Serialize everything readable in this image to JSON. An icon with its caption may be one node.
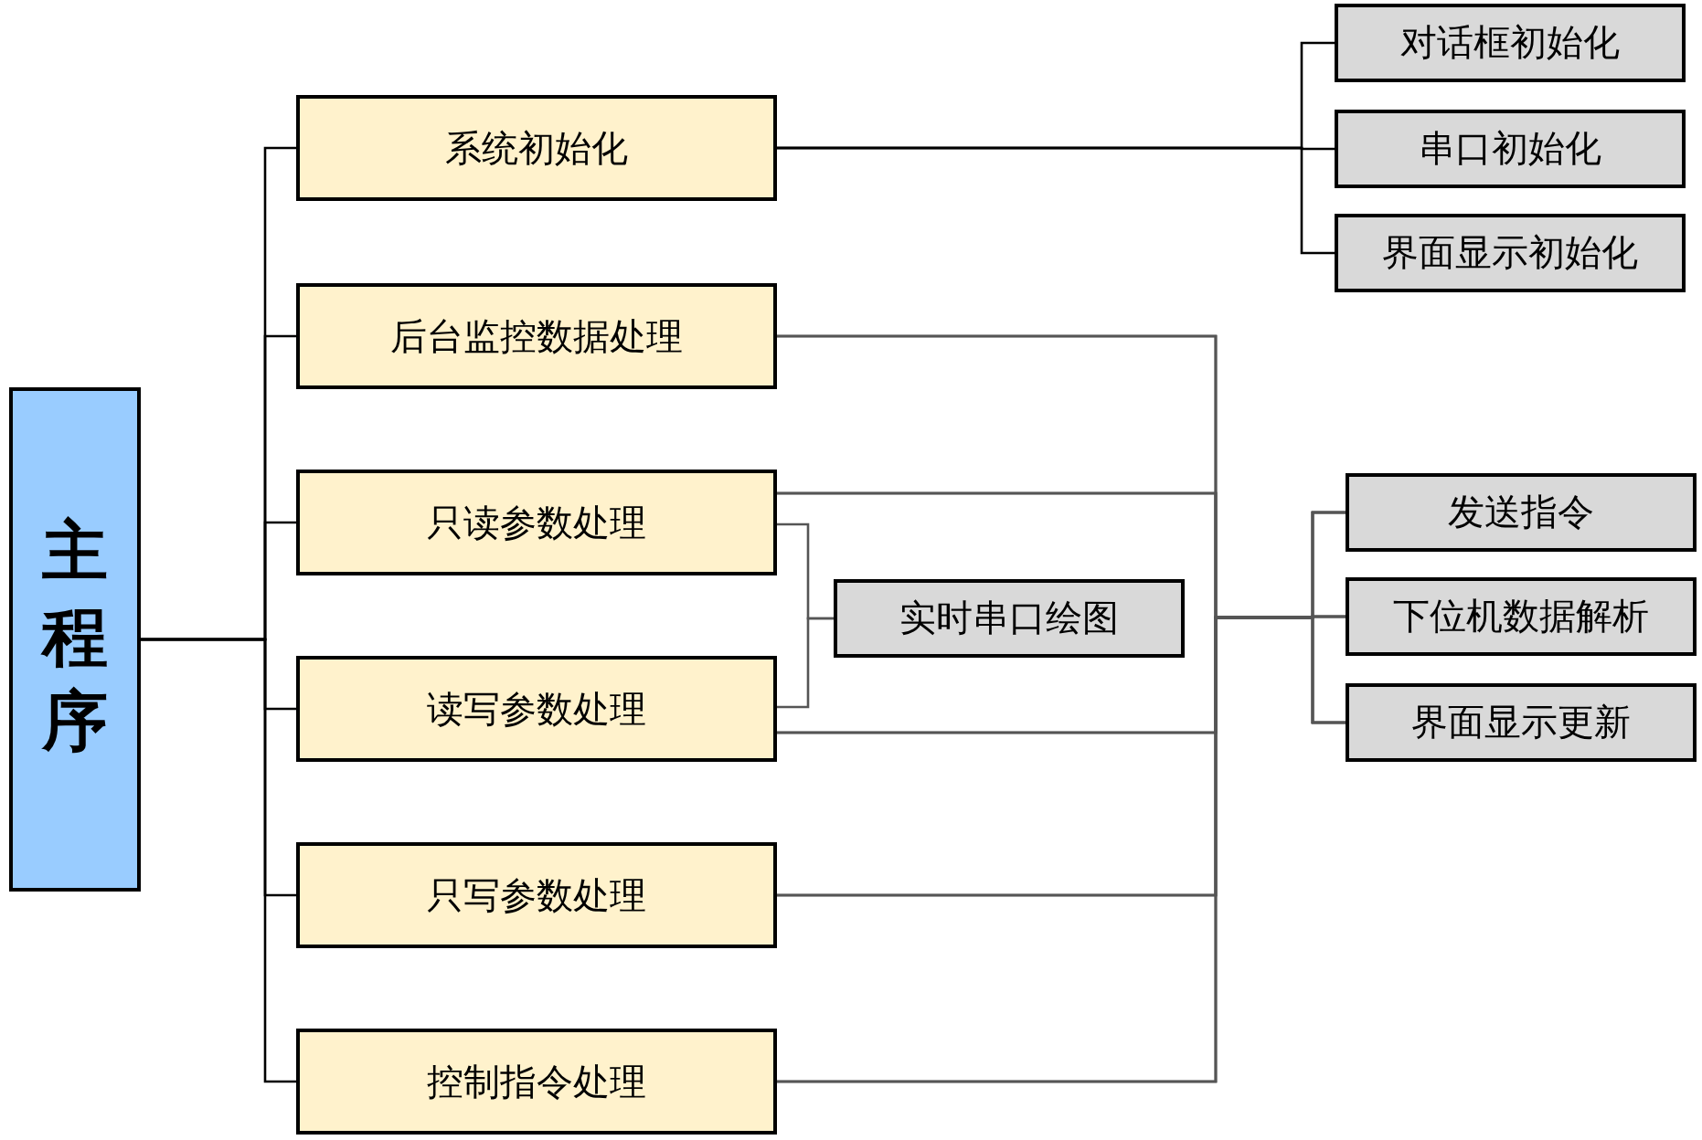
{
  "diagram": {
    "nodes": [
      {
        "text": [
          "主程序"
        ]
      },
      {
        "text": [
          "系统初始化"
        ]
      },
      {
        "text": [
          "后台监控数据处理"
        ]
      },
      {
        "text": [
          "只读参数处理"
        ]
      },
      {
        "text": [
          "读写参数处理"
        ]
      },
      {
        "text": [
          "只写参数处理"
        ]
      },
      {
        "text": [
          "控制指令处理"
        ]
      },
      {
        "text": [
          "实时串口绘图"
        ]
      },
      {
        "text": [
          "对话框初始化"
        ]
      },
      {
        "text": [
          "串口初始化"
        ]
      },
      {
        "text": [
          "界面显示初始化"
        ]
      },
      {
        "text": [
          "发送指令"
        ]
      },
      {
        "text": [
          "下位机数据解析"
        ]
      },
      {
        "text": [
          "界面显示更新"
        ]
      }
    ],
    "edges": [
      {
        "from": 0,
        "to": 1,
        "arrow": "none"
      },
      {
        "from": 0,
        "to": 2,
        "arrow": "none"
      },
      {
        "from": 0,
        "to": 3,
        "arrow": "none"
      },
      {
        "from": 0,
        "to": 4,
        "arrow": "none"
      },
      {
        "from": 0,
        "to": 5,
        "arrow": "none"
      },
      {
        "from": 0,
        "to": 6,
        "arrow": "none"
      },
      {
        "from": 1,
        "to": 8,
        "arrow": "none"
      },
      {
        "from": 1,
        "to": 9,
        "arrow": "none"
      },
      {
        "from": 1,
        "to": 10,
        "arrow": "none"
      },
      {
        "from": 3,
        "to": 7,
        "arrow": "none"
      },
      {
        "from": 4,
        "to": 7,
        "arrow": "none"
      },
      {
        "from": 2,
        "to": 11,
        "arrow": "none"
      },
      {
        "from": 2,
        "to": 12,
        "arrow": "none"
      },
      {
        "from": 2,
        "to": 13,
        "arrow": "none"
      },
      {
        "from": 3,
        "to": 11,
        "arrow": "none"
      },
      {
        "from": 3,
        "to": 12,
        "arrow": "none"
      },
      {
        "from": 3,
        "to": 13,
        "arrow": "none"
      },
      {
        "from": 4,
        "to": 11,
        "arrow": "none"
      },
      {
        "from": 4,
        "to": 12,
        "arrow": "none"
      },
      {
        "from": 4,
        "to": 13,
        "arrow": "none"
      },
      {
        "from": 5,
        "to": 11,
        "arrow": "none"
      },
      {
        "from": 5,
        "to": 12,
        "arrow": "none"
      },
      {
        "from": 5,
        "to": 13,
        "arrow": "none"
      },
      {
        "from": 6,
        "to": 11,
        "arrow": "none"
      },
      {
        "from": 6,
        "to": 12,
        "arrow": "none"
      },
      {
        "from": 6,
        "to": 13,
        "arrow": "none"
      }
    ]
  }
}
